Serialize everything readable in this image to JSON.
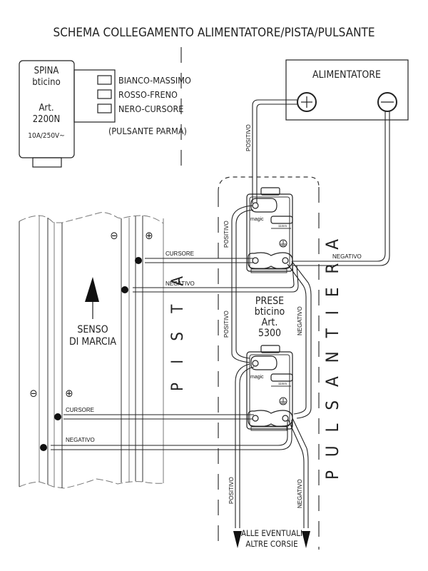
{
  "title": "SCHEMA COLLEGAMENTO ALIMENTATORE/PISTA/PULSANTE",
  "plug": {
    "lines": [
      "SPINA",
      "bticino",
      "Art.",
      "2200N",
      "10A/250V~"
    ],
    "pins": [
      {
        "label": "BIANCO-MASSIMO"
      },
      {
        "label": "ROSSO-FRENO"
      },
      {
        "label": "NERO-CURSORE"
      }
    ],
    "note": "(PULSANTE PARMA)"
  },
  "power_supply": {
    "label": "ALIMENTATORE",
    "plus_symbol": "+",
    "minus_symbol": "−"
  },
  "sockets": {
    "label_lines": [
      "PRESE",
      "bticino",
      "Art.",
      "5300"
    ],
    "brand": "magic",
    "strip_length": "11mm"
  },
  "track": {
    "label": "P I S T A",
    "direction_lines": [
      "SENSO",
      "DI MARCIA"
    ],
    "lane1": {
      "minus": "⊖",
      "plus": "⊕"
    },
    "lane2": {
      "minus": "⊖",
      "plus": "⊕"
    }
  },
  "pulsantiera_label": "P U L S A N T I E R A",
  "wires": {
    "positivo": "POSITIVO",
    "negativo": "NEGATIVO",
    "cursore": "CURSORE"
  },
  "footer_lines": [
    "ALLE EVENTUALI",
    "ALTRE CORSIE"
  ]
}
